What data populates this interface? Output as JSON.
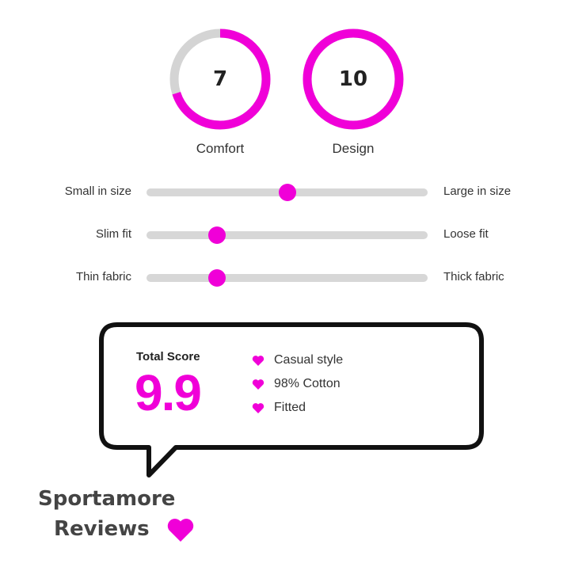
{
  "colors": {
    "accent": "#f000d8",
    "track": "#d7d7d7",
    "ring_empty": "#d4d4d4",
    "outline": "#111111"
  },
  "ratings": [
    {
      "value": "7",
      "label": "Comfort",
      "fraction": 0.7
    },
    {
      "value": "10",
      "label": "Design",
      "fraction": 1.0
    }
  ],
  "sliders": [
    {
      "left_label": "Small in size",
      "right_label": "Large in size",
      "position": 0.5
    },
    {
      "left_label": "Slim fit",
      "right_label": "Loose fit",
      "position": 0.25
    },
    {
      "left_label": "Thin fabric",
      "right_label": "Thick fabric",
      "position": 0.25
    }
  ],
  "score": {
    "label": "Total Score",
    "value": "9.9"
  },
  "features": [
    {
      "text": "Casual style",
      "icon": "heart-icon"
    },
    {
      "text": "98% Cotton",
      "icon": "heart-icon"
    },
    {
      "text": "Fitted",
      "icon": "heart-icon"
    }
  ],
  "brand": {
    "line1": "Sportamore",
    "line2": "Reviews",
    "icon": "heart-icon"
  }
}
